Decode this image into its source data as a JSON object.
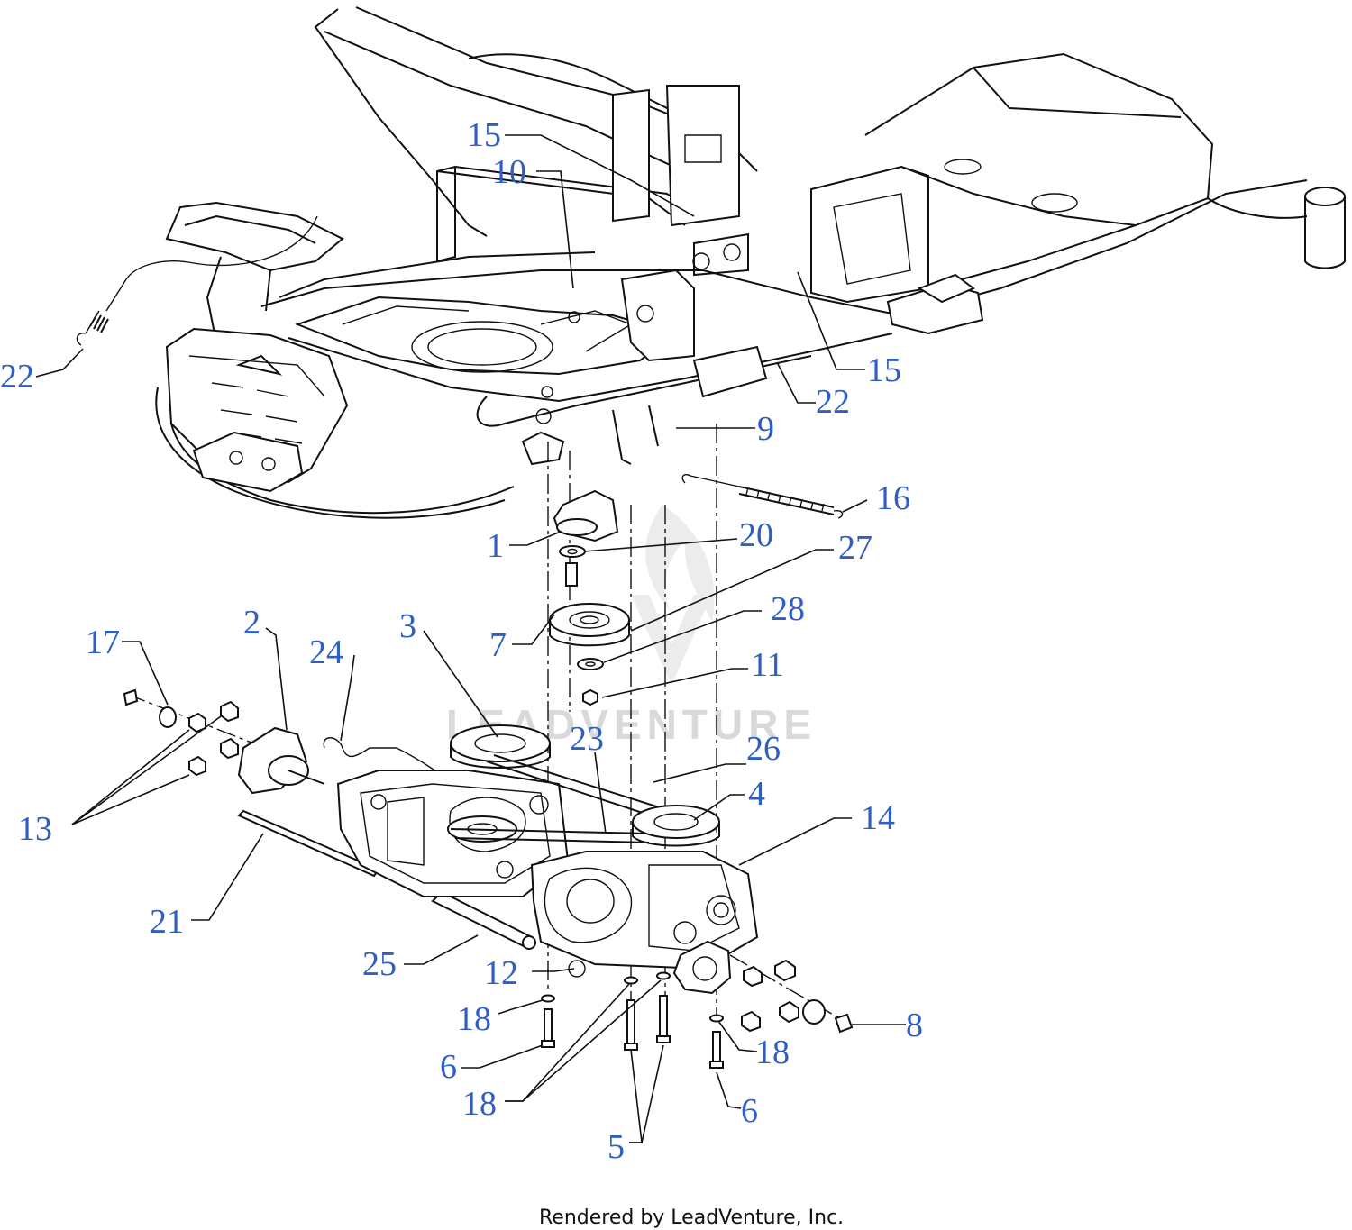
{
  "colors": {
    "callout": "#2f5fc4",
    "line": "#111111",
    "watermark": "#d9d9d9"
  },
  "watermark": {
    "text": "LEADVENTURE"
  },
  "footer": {
    "credit": "Rendered by LeadVenture, Inc."
  },
  "callouts": [
    {
      "id": "c22a",
      "text": "22"
    },
    {
      "id": "c15a",
      "text": "15"
    },
    {
      "id": "c10",
      "text": "10"
    },
    {
      "id": "c15b",
      "text": "15"
    },
    {
      "id": "c22b",
      "text": "22"
    },
    {
      "id": "c9",
      "text": "9"
    },
    {
      "id": "c16",
      "text": "16"
    },
    {
      "id": "c1",
      "text": "1"
    },
    {
      "id": "c20",
      "text": "20"
    },
    {
      "id": "c27",
      "text": "27"
    },
    {
      "id": "c7",
      "text": "7"
    },
    {
      "id": "c28",
      "text": "28"
    },
    {
      "id": "c11",
      "text": "11"
    },
    {
      "id": "c17",
      "text": "17"
    },
    {
      "id": "c2",
      "text": "2"
    },
    {
      "id": "c24",
      "text": "24"
    },
    {
      "id": "c3",
      "text": "3"
    },
    {
      "id": "c23",
      "text": "23"
    },
    {
      "id": "c26",
      "text": "26"
    },
    {
      "id": "c4",
      "text": "4"
    },
    {
      "id": "c14",
      "text": "14"
    },
    {
      "id": "c13",
      "text": "13"
    },
    {
      "id": "c21",
      "text": "21"
    },
    {
      "id": "c25",
      "text": "25"
    },
    {
      "id": "c12",
      "text": "12"
    },
    {
      "id": "c18a",
      "text": "18"
    },
    {
      "id": "c8",
      "text": "8"
    },
    {
      "id": "c6a",
      "text": "6"
    },
    {
      "id": "c18b",
      "text": "18"
    },
    {
      "id": "c18c",
      "text": "18"
    },
    {
      "id": "c6b",
      "text": "6"
    },
    {
      "id": "c5",
      "text": "5"
    }
  ]
}
